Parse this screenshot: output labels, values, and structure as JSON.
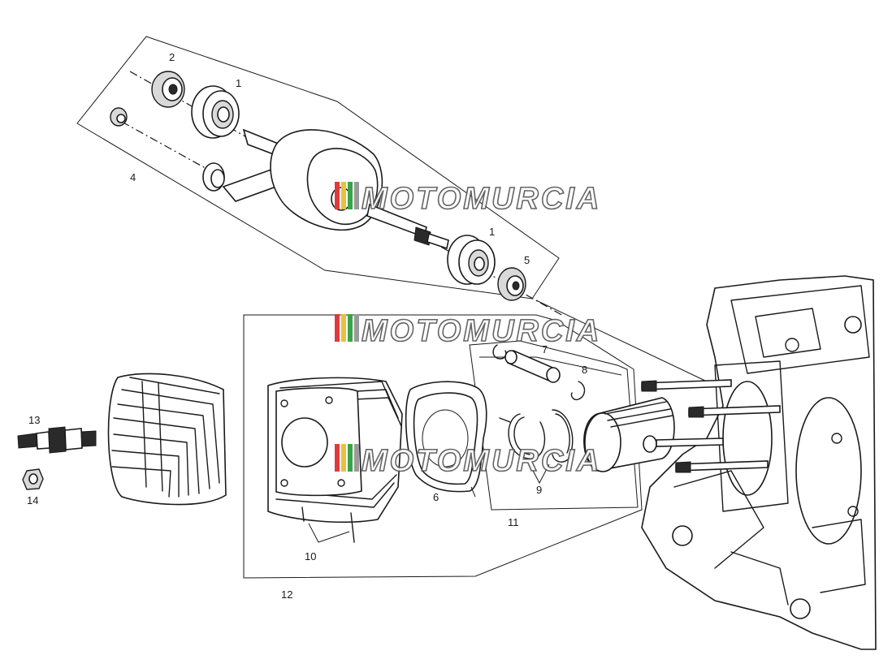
{
  "diagram": {
    "part_labels": [
      "1",
      "2",
      "4",
      "1",
      "5",
      "7",
      "8",
      "13",
      "14",
      "6",
      "9",
      "11",
      "10",
      "12"
    ],
    "watermark_text": "MOTOMURCIA",
    "watermark_colors": [
      "#e03a3a",
      "#e8c23a",
      "#3aa24a",
      "#9a9a9a"
    ],
    "line_color": "#1a1a1a",
    "background": "#ffffff"
  }
}
